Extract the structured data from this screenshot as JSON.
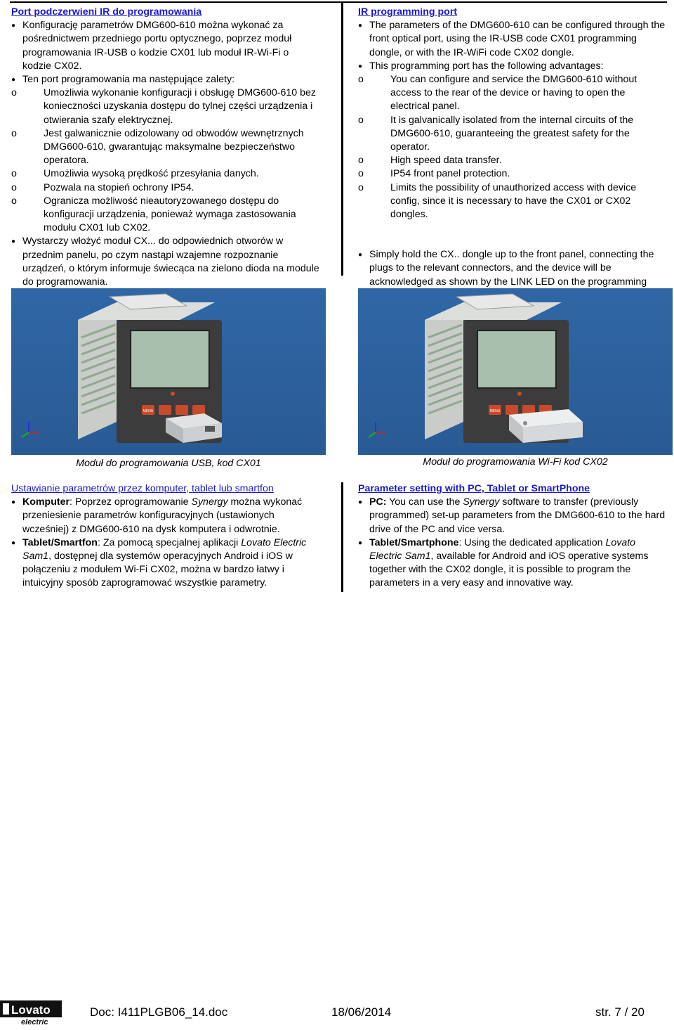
{
  "pl_ir": {
    "heading": "Port podczerwieni IR do programowania",
    "bullet1": "Konfigurację parametrów DMG600-610 można wykonać za pośrednictwem przedniego portu optycznego, poprzez moduł programowania IR-USB o kodzie CX01 lub moduł IR-Wi-Fi o kodzie CX02.",
    "bullet2": "Ten port programowania ma następujące zalety:",
    "sub": [
      "Umożliwia wykonanie konfiguracji i obsługę DMG600-610 bez konieczności uzyskania dostępu do tylnej części urządzenia i otwierania szafy elektrycznej.",
      "Jest galwanicznie odizolowany od obwodów wewnętrznych DMG600-610, gwarantując maksymalne bezpieczeństwo operatora.",
      "Umożliwia wysoką prędkość przesyłania danych.",
      "Pozwala na stopień ochrony IP54.",
      "Ogranicza możliwość nieautoryzowanego dostępu do konfiguracji urządzenia, ponieważ wymaga zastosowania modułu CX01 lub CX02."
    ],
    "bullet3": "Wystarczy włożyć moduł CX... do odpowiednich otworów w przednim panelu, po czym nastąpi wzajemne rozpoznanie urządzeń, o którym informuje świecąca na zielono dioda na module do programowania."
  },
  "en_ir": {
    "heading": "IR programming port",
    "bullet1": "The parameters of the DMG600-610 can be configured through the front optical port, using the IR-USB code CX01 programming dongle, or with the IR-WiFi  code CX02 dongle.",
    "bullet2": "This programming port has the following advantages:",
    "sub": [
      "You can configure and service the DMG600-610 without access to the rear of the device or having to open the electrical panel.",
      "It is galvanically isolated from the internal circuits of the DMG600-610, guaranteeing the greatest safety for the operator.",
      "High speed data transfer.",
      "IP54 front panel protection.",
      "Limits the possibility of unauthorized access with device config, since it is necessary to have the CX01 or CX02 dongles."
    ],
    "bullet3": "Simply hold the CX.. dongle up to the front panel, connecting the plugs to the relevant connectors, and the device will be acknowledged as shown by the LINK LED on the programming dongle flashing green."
  },
  "figures": {
    "left_caption": "Moduł do programowania USB, kod CX01",
    "right_caption": "Moduł do programowania Wi-Fi kod CX02",
    "device_button_label": "MENU"
  },
  "pl_pc": {
    "heading": "Ustawianie parametrów przez komputer, tablet lub smartfon",
    "b1_label": "Komputer",
    "b1_text_a": ": Poprzez oprogramowanie ",
    "b1_italic": "Synergy",
    "b1_text_b": " można wykonać przeniesienie parametrów konfiguracyjnych (ustawionych wcześniej) z DMG600-610 na dysk komputera i odwrotnie.",
    "b2_label": "Tablet/Smartfon",
    "b2_text_a": ": Za pomocą specjalnej aplikacji ",
    "b2_italic": "Lovato Electric Sam1",
    "b2_text_b": ", dostępnej dla systemów operacyjnych Android i iOS w połączeniu z modułem Wi-Fi CX02, można w bardzo łatwy i intuicyjny sposób zaprogramować wszystkie parametry."
  },
  "en_pc": {
    "heading": "Parameter setting with PC, Tablet or SmartPhone",
    "b1_label": "PC:",
    "b1_text_a": " You can use the ",
    "b1_italic": "Synergy",
    "b1_text_b": " software to transfer (previously programmed) set-up parameters from the DMG600-610 to the hard drive of the PC and vice versa.",
    "b2_label": "Tablet/Smartphone",
    "b2_text_a": ": Using the dedicated application ",
    "b2_italic": "Lovato Electric Sam1",
    "b2_text_b": ", available for Android and iOS operative systems together with the CX02 dongle, it is possible to program the parameters in a very easy and innovative way."
  },
  "footer": {
    "logo_text": "Lovato",
    "logo_sub": "electric",
    "doc": "Doc: I411PLGB06_14.doc",
    "date": "18/06/2014",
    "page": "str. 7 / 20"
  }
}
